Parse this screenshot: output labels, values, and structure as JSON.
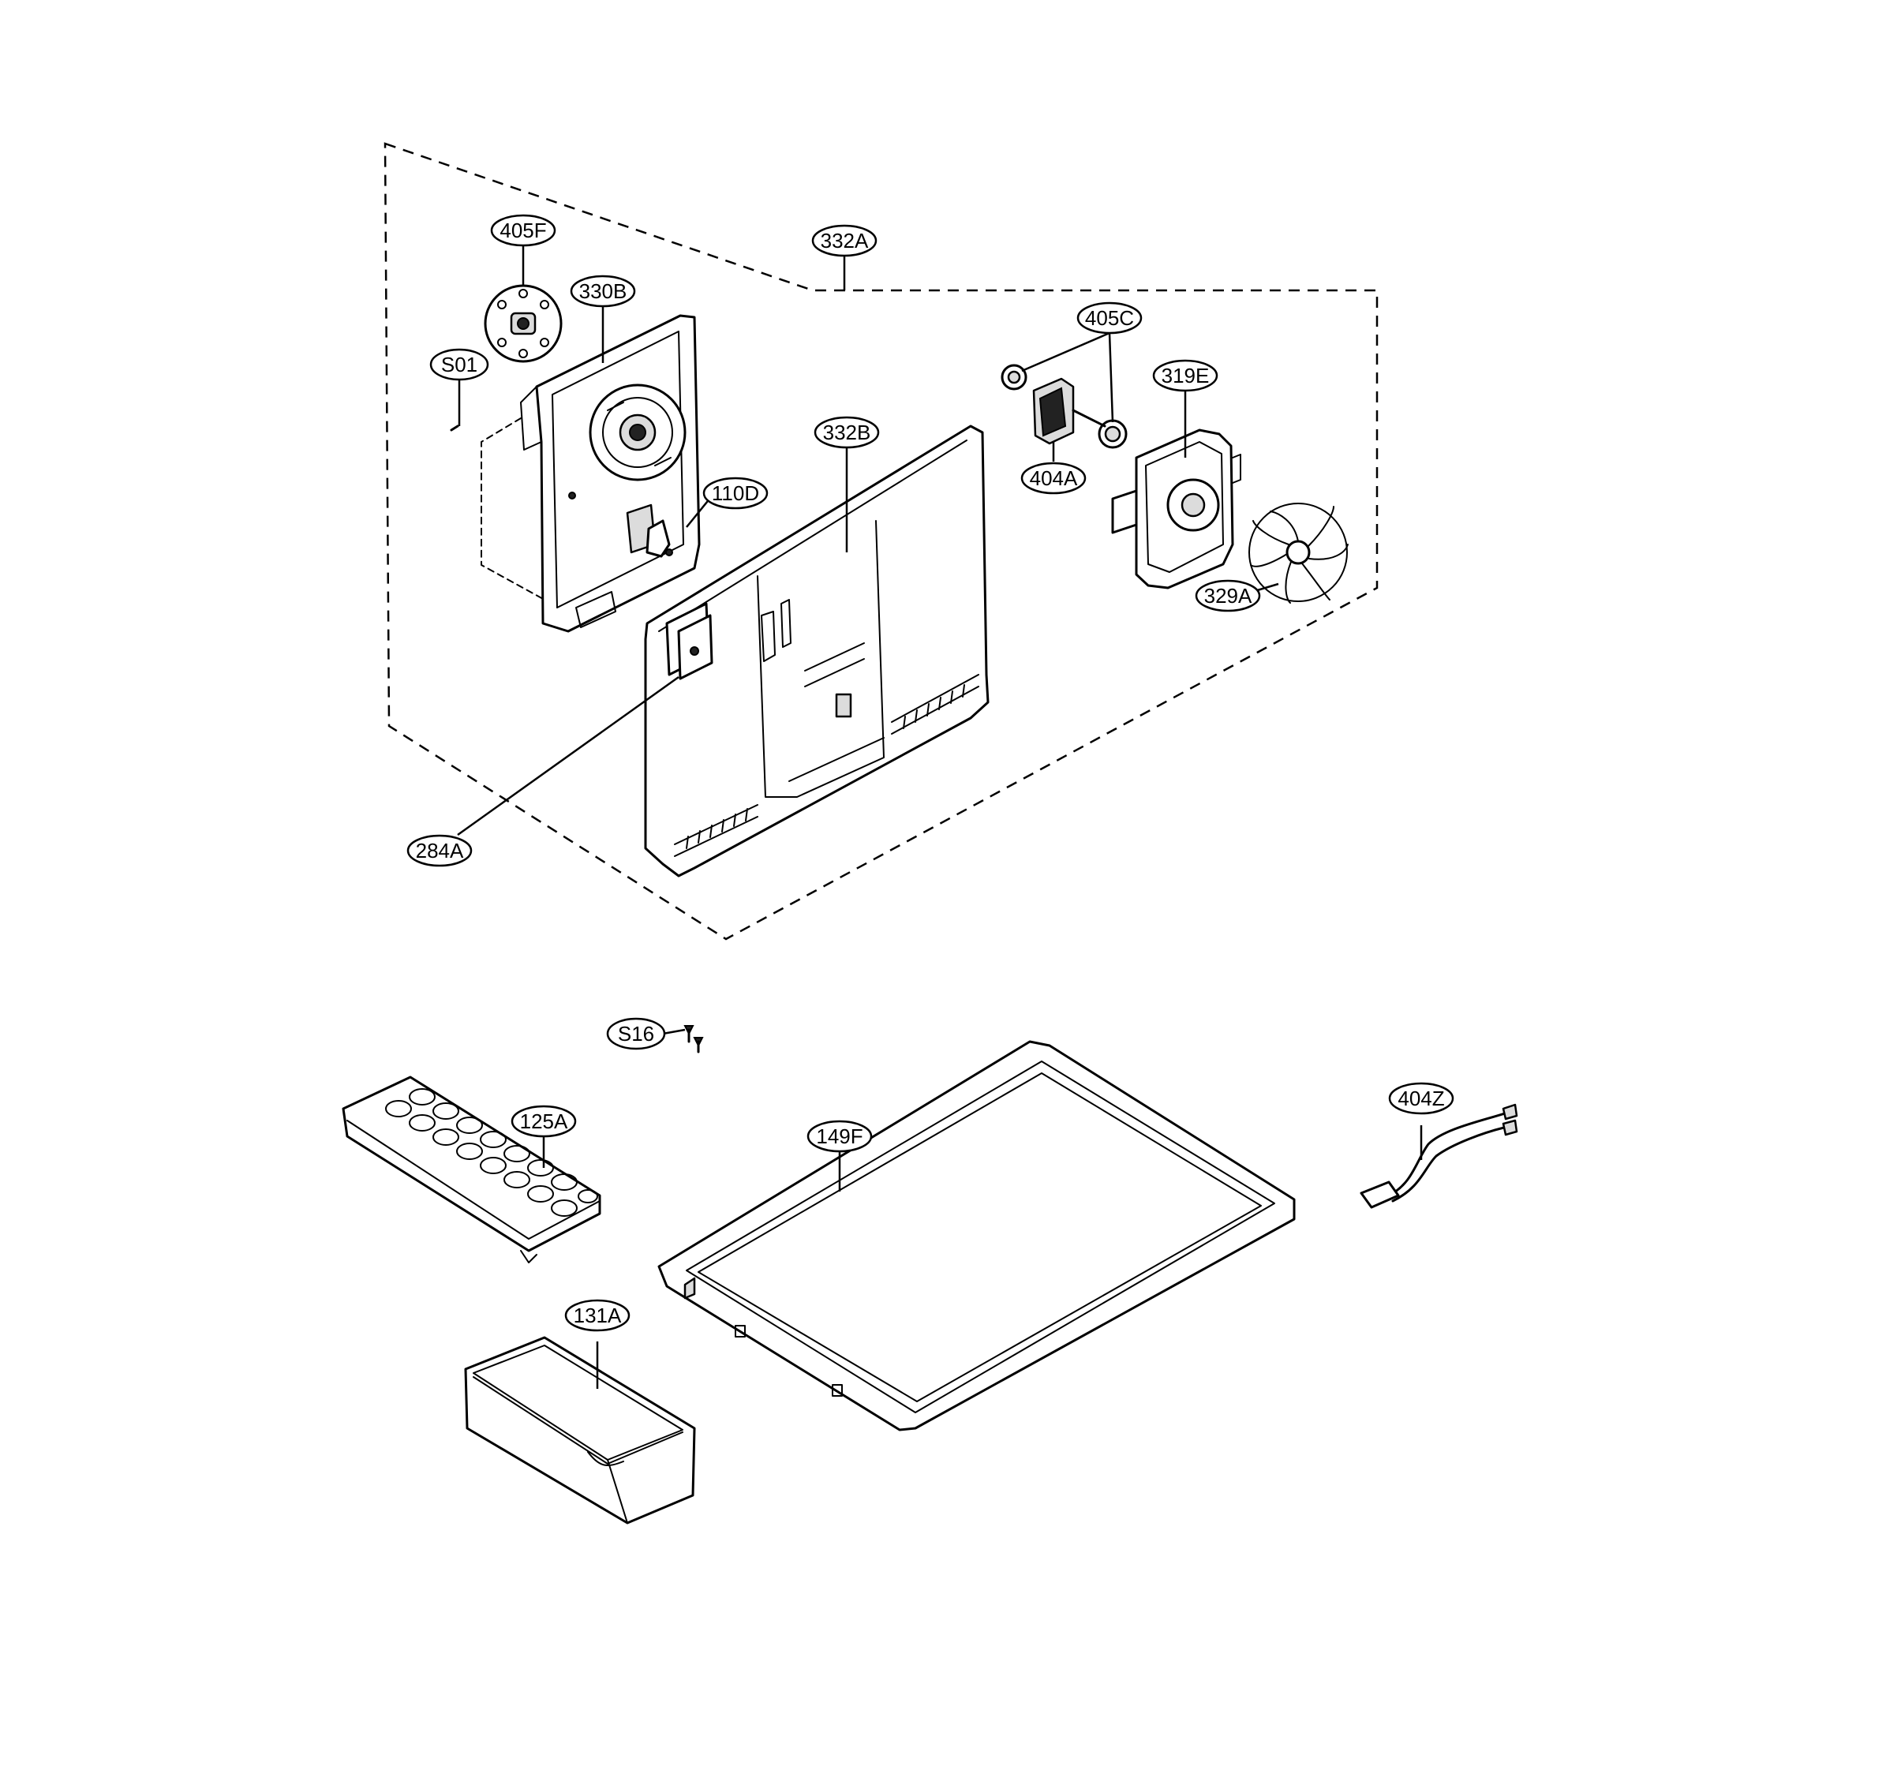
{
  "callouts": {
    "c332A": "332A",
    "c405F": "405F",
    "c330B": "330B",
    "cS01": "S01",
    "c110D": "110D",
    "c332B": "332B",
    "c405C": "405C",
    "c319E": "319E",
    "c404A": "404A",
    "c329A": "329A",
    "c284A": "284A",
    "cS16": "S16",
    "c125A": "125A",
    "c149F": "149F",
    "c404Z": "404Z",
    "c131A": "131A"
  }
}
